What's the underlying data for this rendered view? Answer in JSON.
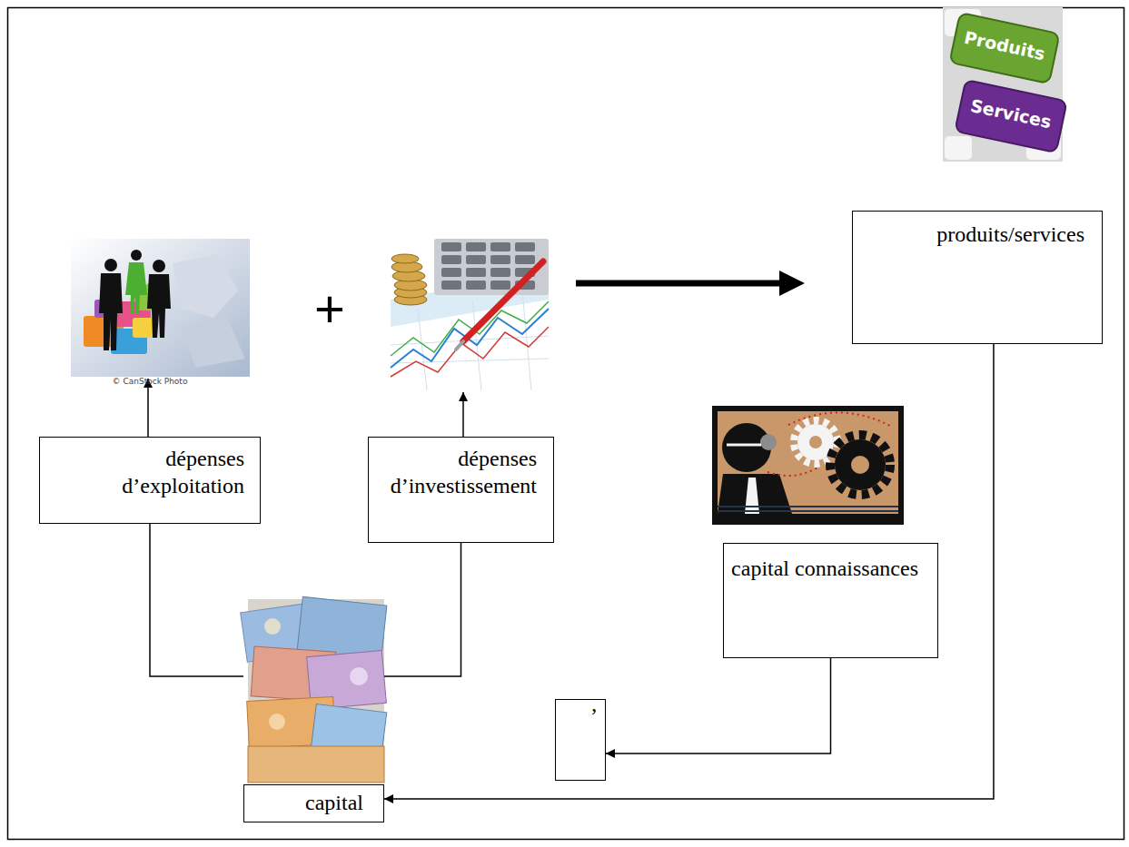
{
  "diagram": {
    "nodes": [
      {
        "text": [
          "produits/services"
        ]
      },
      {
        "text": [
          "dépenses d’exploitation"
        ]
      },
      {
        "text": [
          "dépenses d’investissement"
        ]
      },
      {
        "text": [
          "capital connaissances"
        ]
      },
      {
        "text": [
          "’"
        ]
      },
      {
        "text": [
          "capital"
        ]
      }
    ],
    "edges": [
      {
        "from": 5,
        "to": 1,
        "arrow": "none"
      },
      {
        "from": 5,
        "to": 2,
        "arrow": "none"
      },
      {
        "from": 0,
        "to": 5,
        "arrow": "to"
      },
      {
        "from": 3,
        "to": 4,
        "arrow": "to"
      }
    ],
    "labels": [
      "Produits",
      "Services",
      "+",
      "© CanStock Photo"
    ]
  }
}
